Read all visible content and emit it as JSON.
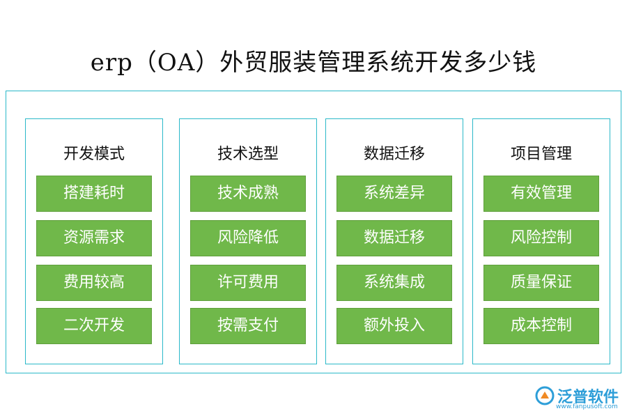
{
  "title": "erp（OA）外贸服装管理系统开发多少钱",
  "columns": [
    {
      "heading": "开发模式",
      "items": [
        "搭建耗时",
        "资源需求",
        "费用较高",
        "二次开发"
      ]
    },
    {
      "heading": "技术选型",
      "items": [
        "技术成熟",
        "风险降低",
        "许可费用",
        "按需支付"
      ]
    },
    {
      "heading": "数据迁移",
      "items": [
        "系统差异",
        "数据迁移",
        "系统集成",
        "额外投入"
      ]
    },
    {
      "heading": "项目管理",
      "items": [
        "有效管理",
        "风险控制",
        "质量保证",
        "成本控制"
      ]
    }
  ],
  "watermark": {
    "brand": "泛普软件",
    "url": "www.fanpusoft.com"
  },
  "colors": {
    "border": "#2ab8c9",
    "item_fill": "#70b84a",
    "item_text": "#ffffff",
    "brand": "#2d9ed8"
  }
}
